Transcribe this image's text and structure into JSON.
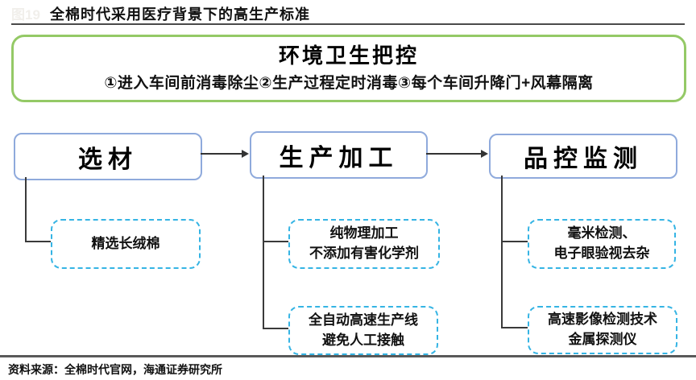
{
  "watermark": "图19",
  "header": {
    "title": "全棉时代采用医疗背景下的高生产标准"
  },
  "env_box": {
    "title": "环境卫生把控",
    "detail": "①进入车间前消毒除尘②生产过程定时消毒③每个车间升降门+风幕隔离"
  },
  "stages": [
    {
      "label": "选材",
      "notes": [
        {
          "line1": "精选长绒棉"
        }
      ]
    },
    {
      "label": "生产加工",
      "notes": [
        {
          "line1": "纯物理加工",
          "line2": "不添加有害化学剂"
        },
        {
          "line1": "全自动高速生产线",
          "line2": "避免人工接触"
        }
      ]
    },
    {
      "label": "品控监测",
      "notes": [
        {
          "line1": "毫米检测、",
          "line2": "电子眼验视去杂"
        },
        {
          "line1": "高速影像检测技术",
          "line2": "金属探测仪"
        }
      ]
    }
  ],
  "footer": {
    "source": "资料来源：全棉时代官网，海通证券研究所"
  },
  "colors": {
    "green_border": "#94c966",
    "blue_border": "#8faadc",
    "dashed_border": "#35b4e4",
    "connector": "#3a3a3a",
    "rule": "#595959"
  }
}
